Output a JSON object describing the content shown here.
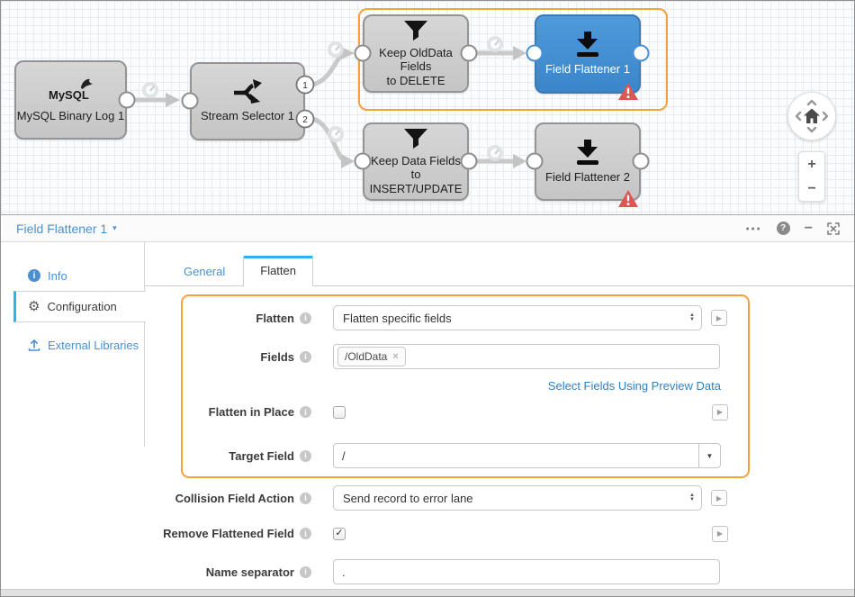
{
  "colors": {
    "accent_blue": "#4a90d2",
    "selected_node_blue": "#3f8fd6",
    "tab_active_blue": "#2bb3ef",
    "highlight_orange": "#f5a13d",
    "warning_red": "#db5753"
  },
  "icons": {
    "play": "▶",
    "close": "×",
    "more": "⋯",
    "minimize": "−",
    "help": "?",
    "caret_down": "▾",
    "caret_small": "▼",
    "stepper_up": "▲",
    "stepper_down": "▼",
    "info": "i",
    "gear": "⚙",
    "plus": "+",
    "minus": "−"
  },
  "canvas": {
    "nodes": {
      "mysql": {
        "label": "MySQL Binary Log 1",
        "logo_text": "MySQL"
      },
      "stream_selector": {
        "label": "Stream Selector 1",
        "port1": "1",
        "port2": "2"
      },
      "keep_olddata": {
        "line1": "Keep OldData Fields",
        "line2": "to DELETE"
      },
      "field_flattener_1": {
        "label": "Field Flattener 1"
      },
      "keep_data": {
        "line1": "Keep Data Fields to",
        "line2": "INSERT/UPDATE"
      },
      "field_flattener_2": {
        "label": "Field Flattener 2"
      }
    }
  },
  "panel": {
    "title": "Field Flattener 1"
  },
  "sidebar": {
    "info": "Info",
    "configuration": "Configuration",
    "external_libraries": "External Libraries"
  },
  "tabs": {
    "general": "General",
    "flatten": "Flatten"
  },
  "form": {
    "flatten": {
      "label": "Flatten",
      "value": "Flatten specific fields"
    },
    "fields": {
      "label": "Fields",
      "tag": "/OldData"
    },
    "preview_link": "Select Fields Using Preview Data",
    "flatten_in_place": {
      "label": "Flatten in Place",
      "checked": ""
    },
    "target_field": {
      "label": "Target Field",
      "value": "/"
    },
    "collision_field_action": {
      "label": "Collision Field Action",
      "value": "Send record to error lane"
    },
    "remove_flattened_field": {
      "label": "Remove Flattened Field",
      "checked": "✓"
    },
    "name_separator": {
      "label": "Name separator",
      "value": "."
    }
  }
}
